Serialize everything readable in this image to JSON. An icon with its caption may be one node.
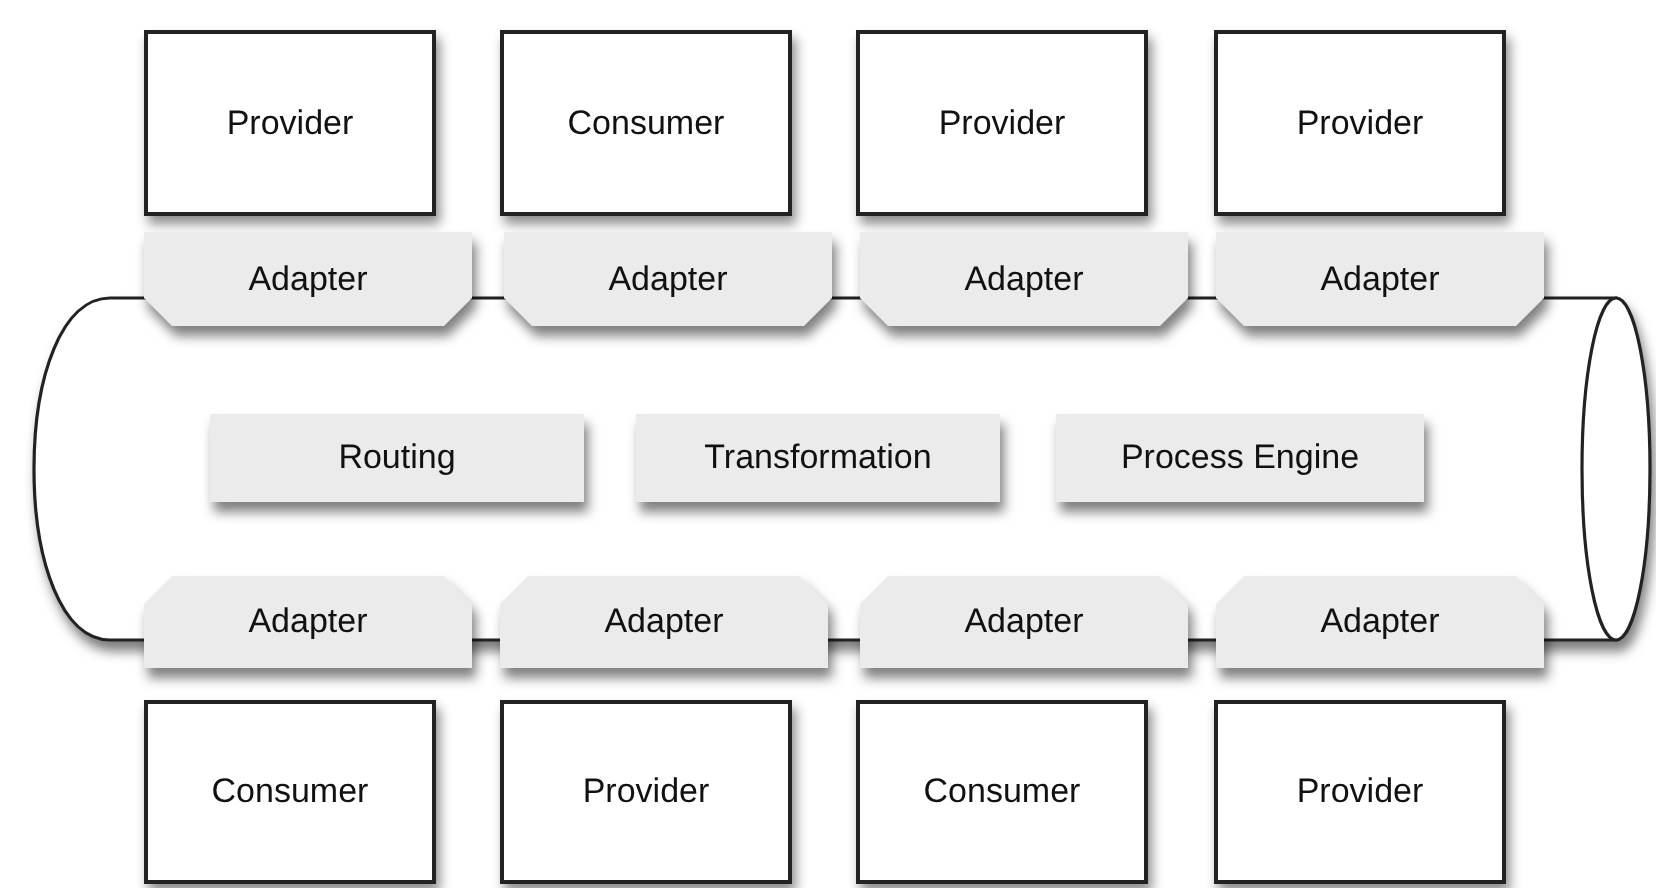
{
  "diagram": {
    "nodes": [
      {
        "text": [
          "Provider"
        ]
      },
      {
        "text": [
          "Consumer"
        ]
      },
      {
        "text": [
          "Provider"
        ]
      },
      {
        "text": [
          "Provider"
        ]
      },
      {
        "text": [
          "Adapter"
        ]
      },
      {
        "text": [
          "Adapter"
        ]
      },
      {
        "text": [
          "Adapter"
        ]
      },
      {
        "text": [
          "Adapter"
        ]
      },
      {
        "text": [],
        "shape": "cylinder"
      },
      {
        "text": [
          "Routing"
        ],
        "in": 8
      },
      {
        "text": [
          "Transformation"
        ],
        "in": 8
      },
      {
        "text": [
          "Process Engine"
        ],
        "in": 8
      },
      {
        "text": [
          "Adapter"
        ]
      },
      {
        "text": [
          "Adapter"
        ]
      },
      {
        "text": [
          "Adapter"
        ]
      },
      {
        "text": [
          "Adapter"
        ]
      },
      {
        "text": [
          "Consumer"
        ]
      },
      {
        "text": [
          "Provider"
        ]
      },
      {
        "text": [
          "Consumer"
        ]
      },
      {
        "text": [
          "Provider"
        ]
      }
    ],
    "edges": []
  }
}
